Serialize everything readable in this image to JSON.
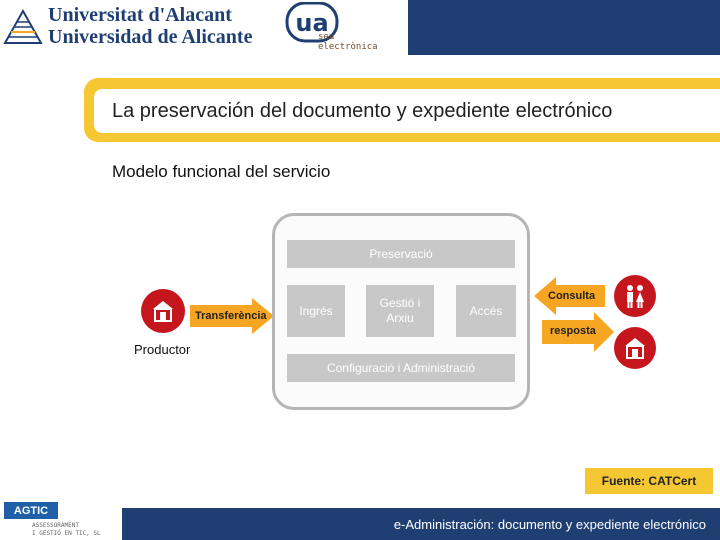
{
  "header": {
    "university_line1": "Universitat d'Alacant",
    "university_line2": "Universidad de Alicante",
    "ua_logo_text": "ua",
    "ua_sub_line1": "seu",
    "ua_sub_line2": "electrònica"
  },
  "title": "La preservación del documento y expediente electrónico",
  "subtitle": "Modelo funcional del servicio",
  "diagram": {
    "preservacio": "Preservació",
    "ingres": "Ingrés",
    "gestio_line1": "Gestió i",
    "gestio_line2": "Arxiu",
    "acces": "Accés",
    "configuracio": "Configuració i Administració",
    "transferencia": "Transferència",
    "consulta": "Consulta",
    "resposta": "resposta",
    "productor": "Productor"
  },
  "source": "Fuente: CATCert",
  "footer": {
    "text": "e-Administración:  documento y expediente electrónico",
    "agtic": "AGTIC",
    "agtic_sub_line1": "ASSESSORAMENT",
    "agtic_sub_line2": "I GESTIÓ EN TIC, SL"
  },
  "colors": {
    "brand_blue": "#1f3f73",
    "accent_yellow": "#f5c833",
    "arrow_orange": "#f6a623",
    "emblem_red": "#c4161c",
    "box_gray": "#c8c8c8"
  }
}
